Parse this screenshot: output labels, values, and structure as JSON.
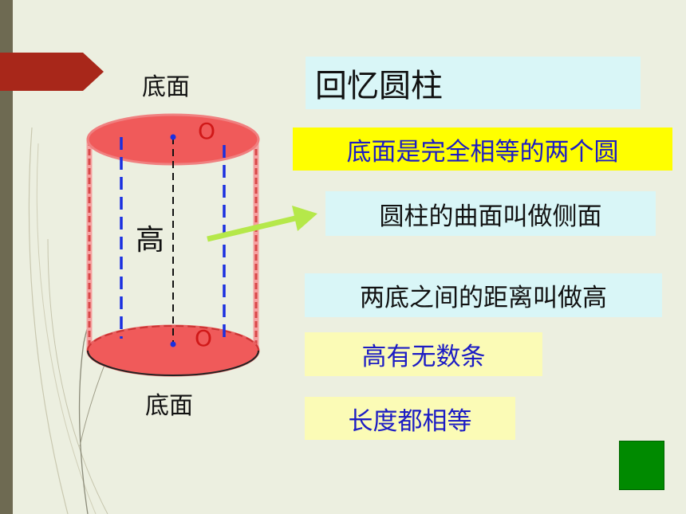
{
  "labels": {
    "top_base": "底面",
    "bottom_base": "底面",
    "height": "高",
    "center_top": "O",
    "center_bottom": "O"
  },
  "boxes": {
    "title": "回忆圆柱",
    "fact1": "底面是完全相等的两个圆",
    "fact2": "圆柱的曲面叫做侧面",
    "fact3": "两底之间的距离叫做高",
    "fact4": "高有无数条",
    "fact5": "长度都相等"
  },
  "colors": {
    "background": "#ecefe0",
    "left_bar": "#6e6a52",
    "tab": "#a8271a",
    "cylinder_fill": "#f05a5a",
    "dash_blue": "#1a2fe0",
    "green_arrow": "#b5e84a",
    "nav_button": "#008a00"
  },
  "icons": {
    "tab": "chevron-tab-icon",
    "arrow": "right-arrow-icon",
    "nav": "next-slide-button"
  }
}
